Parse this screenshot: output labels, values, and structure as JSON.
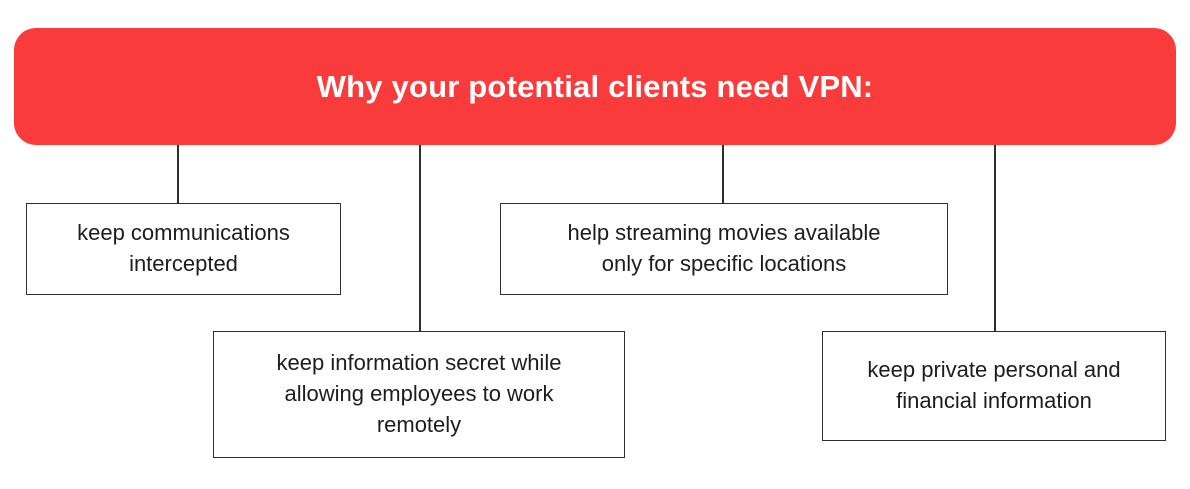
{
  "colors": {
    "banner_red": "#f93b3b",
    "box_border": "#2f2f2f",
    "connector_line": "#2f2f2f",
    "text": "#1d1d1d",
    "banner_text": "#ffffff"
  },
  "banner": {
    "title": "Why your potential clients need VPN:"
  },
  "boxes": [
    {
      "label": "keep communications\nintercepted"
    },
    {
      "label": "keep information secret while\nallowing employees to work\nremotely"
    },
    {
      "label": "help streaming movies available\nonly for specific locations"
    },
    {
      "label": "keep private personal and\nfinancial information"
    }
  ]
}
